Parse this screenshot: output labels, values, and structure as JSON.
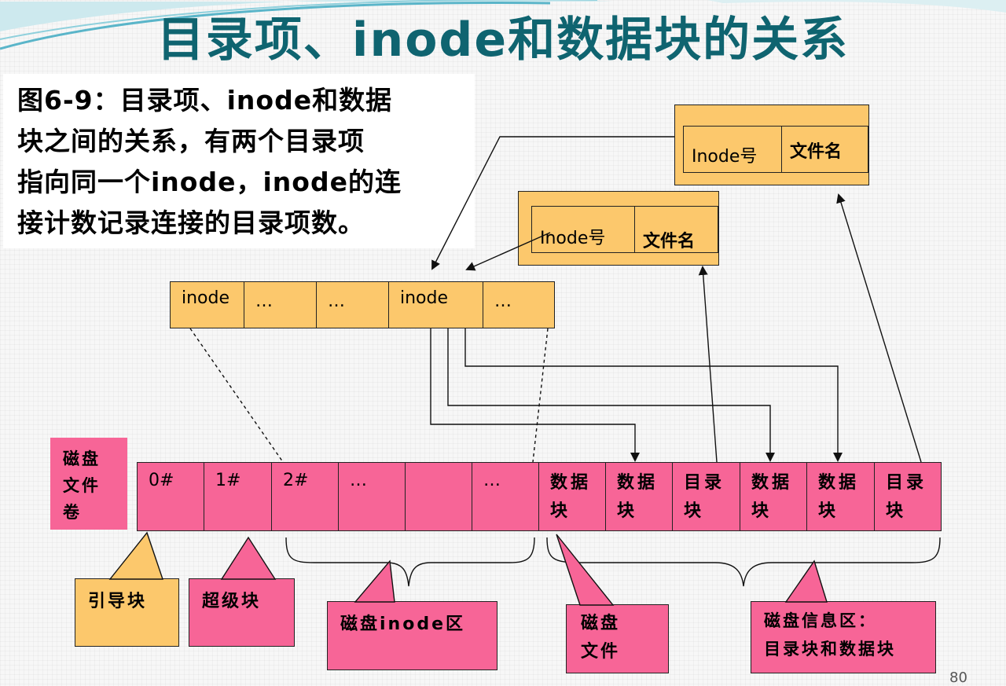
{
  "title": "目录项、inode和数据块的关系",
  "caption": [
    "图6-9：目录项、inode和数据",
    "块之间的关系，有两个目录项",
    "指向同一个inode，inode的连",
    "接计数记录连接的目录项数。"
  ],
  "dir_entry_1": {
    "inode_no": "Inode号",
    "filename": "文件名"
  },
  "dir_entry_2": {
    "inode_no": "Inode号",
    "filename": "文件名"
  },
  "inode_table": [
    "inode",
    "…",
    "…",
    "inode",
    "…"
  ],
  "volume_label": [
    "磁盘",
    "文件",
    "卷"
  ],
  "disk_cells": [
    "0#",
    "1#",
    "2#",
    "…",
    "",
    "…"
  ],
  "block_cells": [
    [
      "数据",
      "块"
    ],
    [
      "数据",
      "块"
    ],
    [
      "目录",
      "块"
    ],
    [
      "数据",
      "块"
    ],
    [
      "数据",
      "块"
    ],
    [
      "目录",
      "块"
    ]
  ],
  "callouts": {
    "boot_block": "引导块",
    "super_block": "超级块",
    "inode_area": "磁盘inode区",
    "disk_file": [
      "磁盘",
      "文件"
    ],
    "info_area": [
      "磁盘信息区：",
      "目录块和数据块"
    ]
  },
  "page_number": "80",
  "colors": {
    "title": "#0f6470",
    "orange": "#fcc86c",
    "pink": "#f76597"
  }
}
